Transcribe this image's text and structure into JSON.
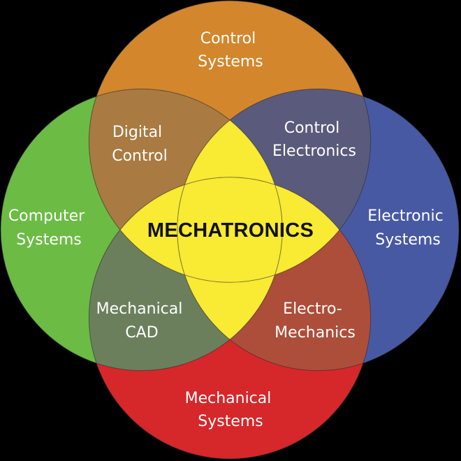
{
  "diagram": {
    "type": "venn",
    "title": "MECHATRONICS",
    "background": "#000000",
    "circles": [
      {
        "id": "top",
        "label_lines": [
          "Control",
          "Systems"
        ],
        "color": "#d3862c"
      },
      {
        "id": "left",
        "label_lines": [
          "Computer",
          "Systems"
        ],
        "color": "#6cbb45"
      },
      {
        "id": "right",
        "label_lines": [
          "Electronic",
          "Systems"
        ],
        "color": "#4859a3"
      },
      {
        "id": "bottom",
        "label_lines": [
          "Mechanical",
          "Systems"
        ],
        "color": "#d6272a"
      }
    ],
    "overlaps": [
      {
        "id": "top-left",
        "between": [
          "Control Systems",
          "Computer Systems"
        ],
        "label_lines": [
          "Digital",
          "Control"
        ],
        "color": "#a97a42"
      },
      {
        "id": "top-right",
        "between": [
          "Control Systems",
          "Electronic Systems"
        ],
        "label_lines": [
          "Control",
          "Electronics"
        ],
        "color": "#5a5a7c"
      },
      {
        "id": "bottom-left",
        "between": [
          "Mechanical Systems",
          "Computer Systems"
        ],
        "label_lines": [
          "Mechanical",
          "CAD"
        ],
        "color": "#6b7f5d"
      },
      {
        "id": "bottom-right",
        "between": [
          "Mechanical Systems",
          "Electronic Systems"
        ],
        "label_lines": [
          "Electro-",
          "Mechanics"
        ],
        "color": "#ad4e3a"
      }
    ],
    "center": {
      "label": "MECHATRONICS",
      "color": "#f9ea33",
      "text_color": "#111111"
    }
  }
}
